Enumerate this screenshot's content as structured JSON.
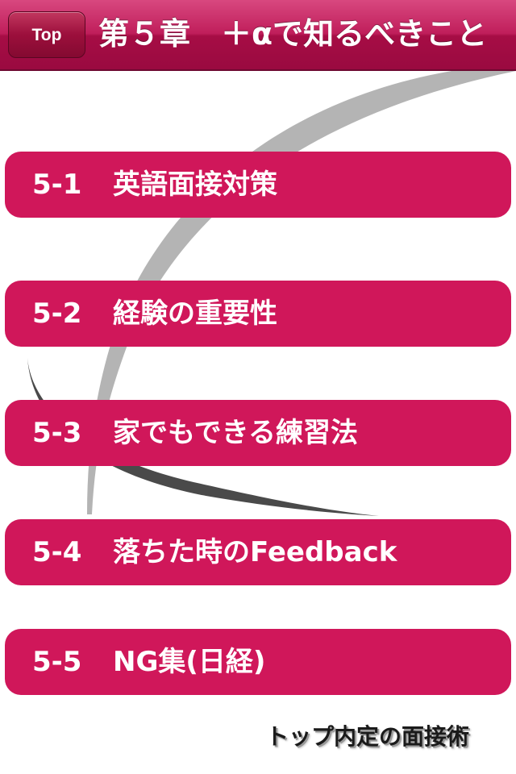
{
  "navbar": {
    "top_button_label": "Top",
    "title": "第５章　＋αで知るべきこと"
  },
  "chapters": [
    {
      "number": "5-1",
      "title": "英語面接対策"
    },
    {
      "number": "5-2",
      "title": "経験の重要性"
    },
    {
      "number": "5-3",
      "title": "家でもできる練習法"
    },
    {
      "number": "5-4",
      "title": "落ちた時のFeedback"
    },
    {
      "number": "5-5",
      "title": "NG集(日経)"
    }
  ],
  "footer": {
    "logo_text": "トップ内定の面接術"
  },
  "colors": {
    "navbar": "#c01e5b",
    "item_background": "#d0175a",
    "item_text": "#ffffff",
    "swoosh_light": "#b4b4b4",
    "swoosh_dark": "#4a4a4a"
  }
}
